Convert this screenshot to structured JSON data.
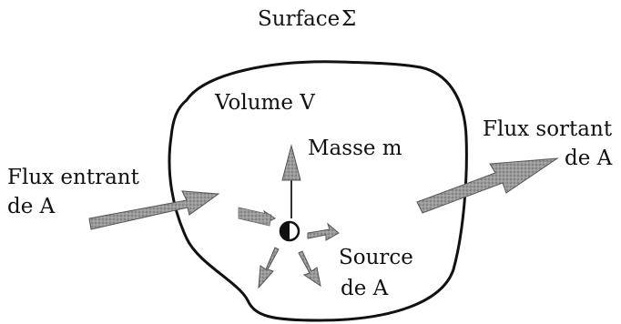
{
  "labels": {
    "surface": "Surface",
    "sigma": "Σ",
    "volume": "Volume V",
    "masse": "Masse m",
    "flux_entrant_line1": "Flux entrant",
    "flux_entrant_line2": "de A",
    "flux_sortant_line1": "Flux sortant",
    "flux_sortant_line2": "de A",
    "source_line1": "Source",
    "source_line2": "de A"
  },
  "colors": {
    "ink": "#111111",
    "arrow_fill": "#8a8a8a",
    "arrow_dark": "#555555",
    "background": "#ffffff"
  },
  "icons": {
    "mass_point": "half-filled-circle",
    "flux_in": "wide-arrow-right",
    "flux_out": "wide-arrow-right",
    "source": "small-arrows-radiating"
  }
}
